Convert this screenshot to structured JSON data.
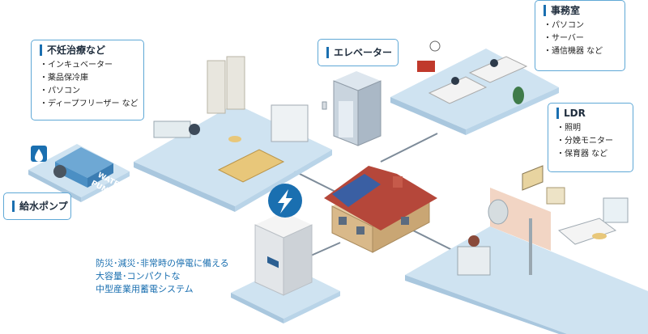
{
  "callouts": {
    "fertility": {
      "title": "不妊治療など",
      "items": [
        "インキュベーター",
        "薬品保冷庫",
        "パソコン",
        "ディープフリーザー など"
      ]
    },
    "elevator": {
      "title": "エレベーター"
    },
    "office": {
      "title": "事務室",
      "items": [
        "パソコン",
        "サーバー",
        "通信機器 など"
      ]
    },
    "ldr": {
      "title": "LDR",
      "items": [
        "照明",
        "分娩モニター",
        "保育器 など"
      ]
    },
    "pump": {
      "title": "給水ポンプ"
    }
  },
  "pump_tank_text": [
    "WATER",
    "PUMP"
  ],
  "caption": [
    "防災･減災･非常時の停電に備える",
    "大容量･コンパクトな",
    "中型産業用蓄電システム"
  ],
  "colors": {
    "accent": "#1a6fb0",
    "platform": "#cfe3f1",
    "roof": "#b5473a",
    "battery_badge": "#1a6fb0"
  },
  "icons": {
    "pump_badge": "water-drop-icon",
    "battery_badge": "lightning-icon"
  }
}
